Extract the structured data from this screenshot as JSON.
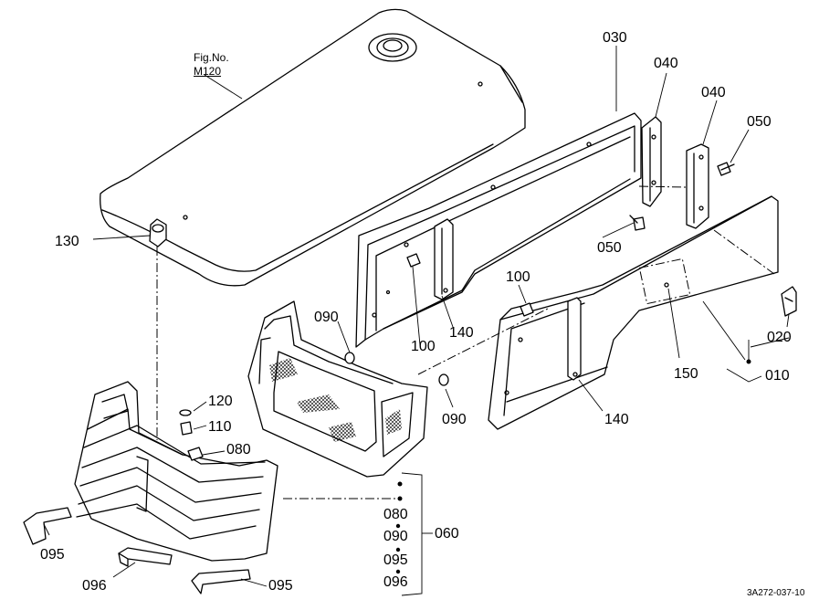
{
  "figure": {
    "line1": "Fig.No.",
    "line2": "M120"
  },
  "drawing_code": "3A272-037-10",
  "callouts": [
    {
      "id": "c030",
      "text": "030"
    },
    {
      "id": "c040a",
      "text": "040"
    },
    {
      "id": "c040b",
      "text": "040"
    },
    {
      "id": "c050a",
      "text": "050"
    },
    {
      "id": "c050b",
      "text": "050"
    },
    {
      "id": "c130",
      "text": "130"
    },
    {
      "id": "c090a",
      "text": "090"
    },
    {
      "id": "c100a",
      "text": "100"
    },
    {
      "id": "c140a",
      "text": "140"
    },
    {
      "id": "c100b",
      "text": "100"
    },
    {
      "id": "c150",
      "text": "150"
    },
    {
      "id": "c020",
      "text": "020"
    },
    {
      "id": "c010",
      "text": "010"
    },
    {
      "id": "c120",
      "text": "120"
    },
    {
      "id": "c110",
      "text": "110"
    },
    {
      "id": "c080a",
      "text": "080"
    },
    {
      "id": "c090b",
      "text": "090"
    },
    {
      "id": "c140b",
      "text": "140"
    },
    {
      "id": "c095a",
      "text": "095"
    },
    {
      "id": "c096a",
      "text": "096"
    },
    {
      "id": "c095b",
      "text": "095"
    },
    {
      "id": "c080b",
      "text": "080"
    },
    {
      "id": "c090c",
      "text": "090"
    },
    {
      "id": "c095c",
      "text": "095"
    },
    {
      "id": "c096b",
      "text": "096"
    },
    {
      "id": "c060",
      "text": "060"
    }
  ]
}
